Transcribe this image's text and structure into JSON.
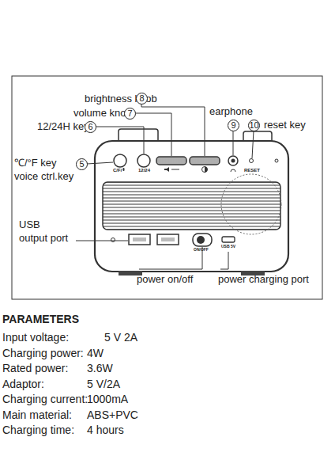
{
  "diagram": {
    "labels": [
      "brightness knob",
      "8",
      "volume knob",
      "7",
      "12/24H key",
      "6",
      "earphone",
      "9",
      "10",
      "reset key",
      "℃/°F  key",
      "voice ctrl.key",
      "5",
      "C/F/",
      "12/24",
      "RESET",
      "USB",
      "output port",
      "ON/OFF",
      "USB 5V",
      "power on/off",
      "power charging port",
      "PARAMETERS",
      "Input voltage:",
      "5 V  2A",
      "Charging power:",
      "4W",
      "Rated power:",
      "3.6W",
      "Adaptor:",
      "5 V/2A",
      "Charging current:",
      "1000mA",
      "Main material:",
      "ABS+PVC",
      "Charging time:",
      "4 hours"
    ]
  }
}
